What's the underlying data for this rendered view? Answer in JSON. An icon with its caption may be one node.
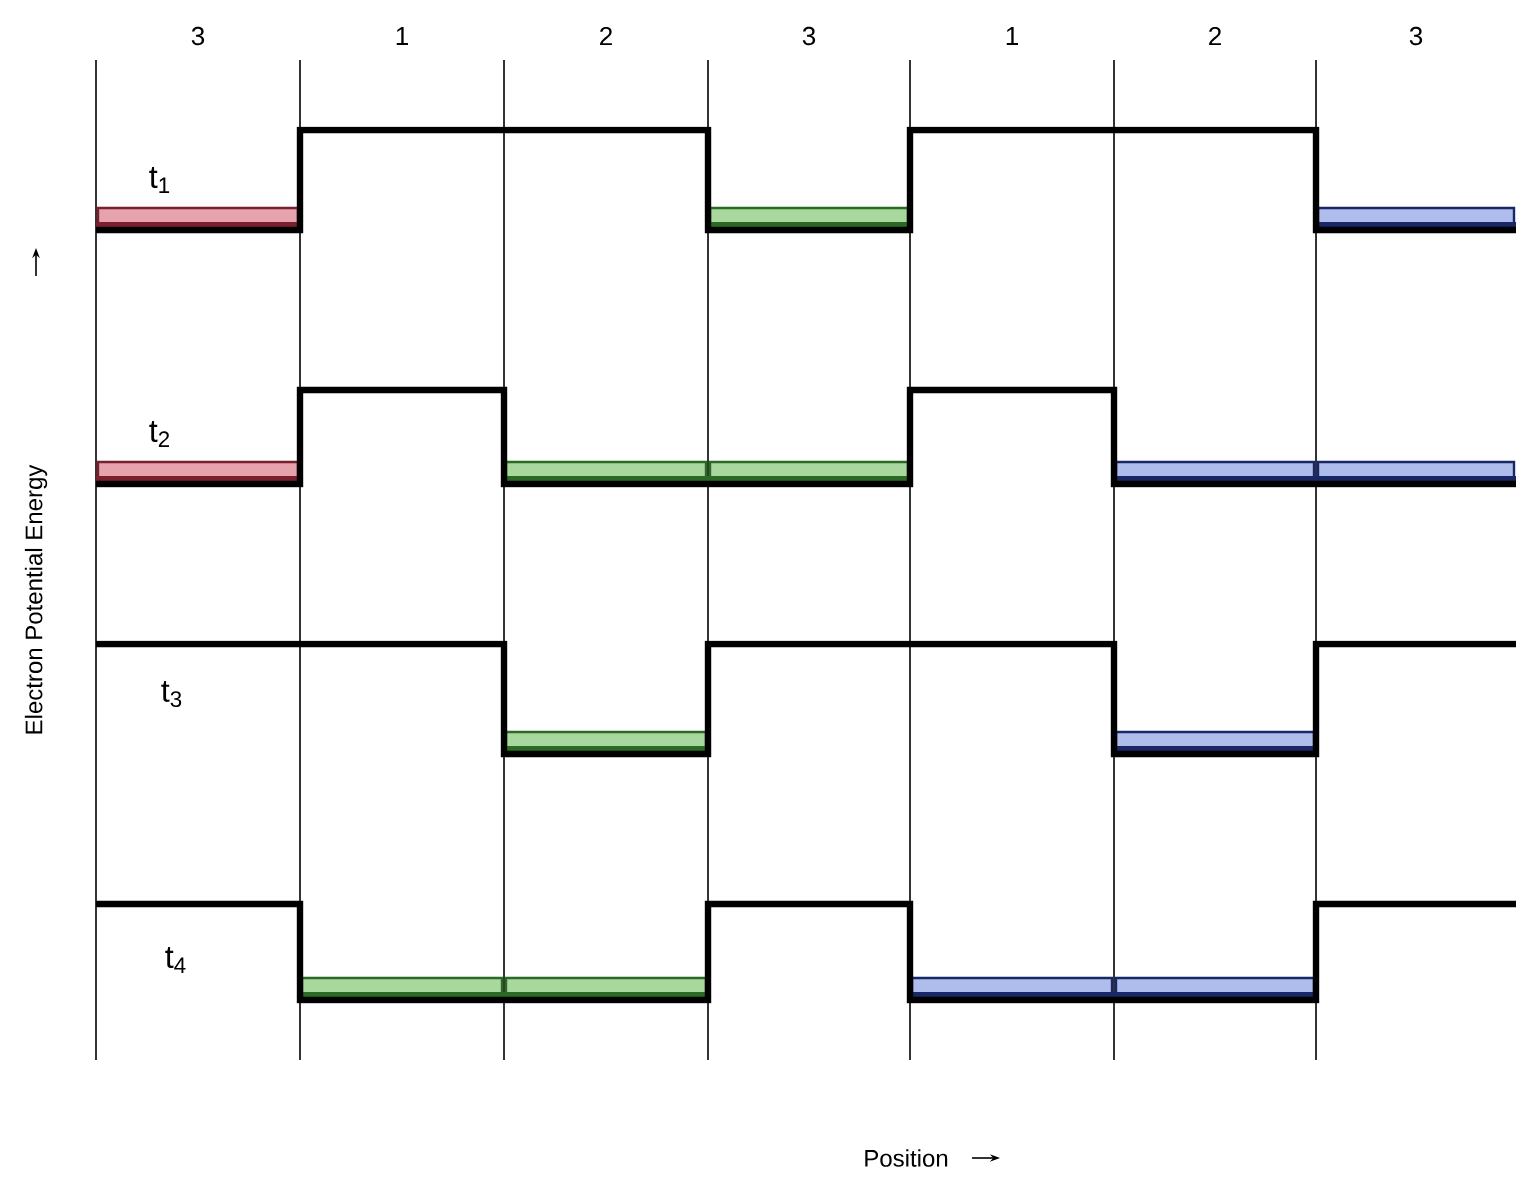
{
  "diagram": {
    "labels": [
      "3",
      "1",
      "2",
      "3",
      "1",
      "2",
      "3",
      "t$_{1}$",
      "t$_{2}$",
      "t$_{3}$",
      "t$_{4}$",
      "Electron Potential Energy",
      "Position"
    ]
  }
}
